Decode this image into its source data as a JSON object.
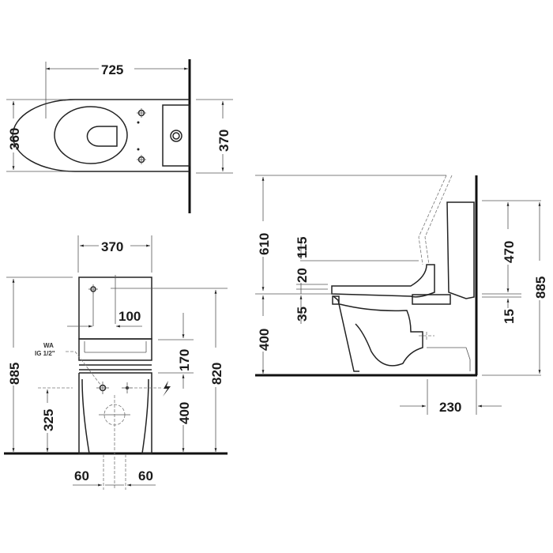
{
  "drawing": {
    "title": "Toilet dimensional drawing",
    "units": "mm",
    "colors": {
      "line": "#222222",
      "background": "#ffffff",
      "dim_line": "#555555"
    }
  },
  "top_view": {
    "overall_length": "725",
    "bowl_width": "360",
    "tank_width": "370"
  },
  "front_view": {
    "width": "370",
    "offset_100": "100",
    "height_885": "885",
    "height_820": "820",
    "tank_gap_170": "170",
    "inlet_height_400": "400",
    "outlet_height_325": "325",
    "spacing_left_60": "60",
    "spacing_right_60": "60",
    "water_inlet_label_1": "WA",
    "water_inlet_label_2": "IG 1/2\"",
    "electric_symbol": "lightning-bolt-icon"
  },
  "side_view": {
    "seat_lid_height_610": "610",
    "seat_115": "115",
    "seat_20": "20",
    "seat_35": "35",
    "bowl_height_400": "400",
    "tank_470": "470",
    "tank_15": "15",
    "overall_height_885": "885",
    "wall_distance_230": "230"
  }
}
